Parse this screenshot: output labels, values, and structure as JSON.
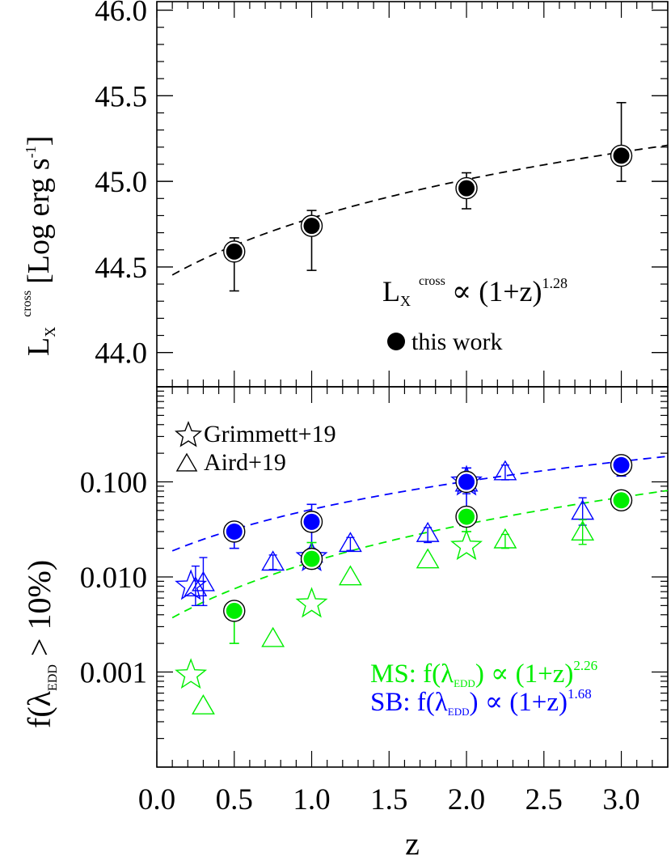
{
  "chart_data": [
    {
      "type": "scatter",
      "panel": "top",
      "ylabel": {
        "main": "L",
        "sub": "X",
        "sup": "cross",
        "unit": "[Log erg s",
        "unit_sup": "-1",
        "unit_close": "]"
      },
      "ylim": [
        43.8,
        46.05
      ],
      "xlim": [
        0.0,
        3.3
      ],
      "y_ticks": [
        44.0,
        44.5,
        45.0,
        45.5,
        46.0
      ],
      "y_tick_labels": [
        "44.0",
        "44.5",
        "45.0",
        "45.5",
        "46.0"
      ],
      "series": [
        {
          "name": "this work",
          "color": "#000000",
          "marker": "circle",
          "points": [
            {
              "x": 0.5,
              "y": 44.59,
              "ylo": 44.36,
              "yhi": 44.67
            },
            {
              "x": 1.0,
              "y": 44.74,
              "ylo": 44.48,
              "yhi": 44.83
            },
            {
              "x": 2.0,
              "y": 44.96,
              "ylo": 44.84,
              "yhi": 45.05
            },
            {
              "x": 3.0,
              "y": 45.15,
              "ylo": 45.0,
              "yhi": 45.46
            }
          ]
        }
      ],
      "fit": {
        "style": "dashed",
        "color": "#000000",
        "norm": 44.4,
        "slope": 1.28,
        "log_form": true
      },
      "annotation": {
        "lhs": "L",
        "sub": "X",
        "sup": "cross",
        "rel": "∝ (1+z)",
        "exp": "1.28"
      },
      "legend": [
        {
          "label": "this work",
          "marker": "filled-circle"
        }
      ]
    },
    {
      "type": "scatter",
      "panel": "bottom",
      "xlabel": "z",
      "ylabel": {
        "pre": "f(λ",
        "sub": "EDD",
        "post": " > 10%)"
      },
      "yscale": "log",
      "ylim": [
        0.0001,
        1.0
      ],
      "xlim": [
        0.0,
        3.3
      ],
      "x_ticks": [
        0.0,
        0.5,
        1.0,
        1.5,
        2.0,
        2.5,
        3.0
      ],
      "x_tick_labels": [
        "0.0",
        "0.5",
        "1.0",
        "1.5",
        "2.0",
        "2.5",
        "3.0"
      ],
      "y_ticks": [
        0.001,
        0.01,
        0.1
      ],
      "y_tick_labels": [
        "0.001",
        "0.010",
        "0.100"
      ],
      "legend": [
        {
          "label": "Grimmett+19",
          "marker": "star"
        },
        {
          "label": "Aird+19",
          "marker": "triangle"
        }
      ],
      "series": [
        {
          "name": "SB",
          "color": "#0000ff",
          "this_work": [
            {
              "x": 0.5,
              "y": 0.03,
              "ylo": 0.02,
              "yhi": 0.036
            },
            {
              "x": 1.0,
              "y": 0.038,
              "ylo": 0.018,
              "yhi": 0.058
            },
            {
              "x": 2.0,
              "y": 0.1,
              "ylo": 0.038,
              "yhi": 0.14
            },
            {
              "x": 3.0,
              "y": 0.15,
              "ylo": 0.115,
              "yhi": 0.175
            }
          ],
          "grimmett": [
            {
              "x": 0.22,
              "y": 0.008
            },
            {
              "x": 1.0,
              "y": 0.016
            },
            {
              "x": 2.0,
              "y": 0.1
            }
          ],
          "aird": [
            {
              "x": 0.25,
              "y": 0.0075,
              "ylo": 0.005,
              "yhi": 0.013
            },
            {
              "x": 0.3,
              "y": 0.0085,
              "ylo": 0.005,
              "yhi": 0.016
            },
            {
              "x": 0.75,
              "y": 0.014,
              "ylo": 0.012,
              "yhi": 0.017
            },
            {
              "x": 1.0,
              "y": 0.017,
              "ylo": 0.014,
              "yhi": 0.02
            },
            {
              "x": 1.25,
              "y": 0.022,
              "ylo": 0.019,
              "yhi": 0.026
            },
            {
              "x": 1.75,
              "y": 0.028,
              "ylo": 0.023,
              "yhi": 0.033
            },
            {
              "x": 2.0,
              "y": 0.095,
              "ylo": 0.075,
              "yhi": 0.115
            },
            {
              "x": 2.25,
              "y": 0.125,
              "ylo": 0.105,
              "yhi": 0.15
            },
            {
              "x": 2.75,
              "y": 0.048,
              "ylo": 0.035,
              "yhi": 0.068
            }
          ],
          "fit": {
            "norm": 0.016,
            "slope": 1.68
          },
          "annotation": {
            "label": "SB: f(λ",
            "sub": "EDD",
            "rel": ") ∝ (1+z)",
            "exp": "1.68"
          }
        },
        {
          "name": "MS",
          "color": "#00ee00",
          "this_work": [
            {
              "x": 0.5,
              "y": 0.0044,
              "ylo": 0.002,
              "yhi": 0.0046
            },
            {
              "x": 1.0,
              "y": 0.0155,
              "ylo": 0.0125,
              "yhi": 0.023
            },
            {
              "x": 2.0,
              "y": 0.043,
              "ylo": 0.03,
              "yhi": 0.046
            },
            {
              "x": 3.0,
              "y": 0.064,
              "ylo": 0.058,
              "yhi": 0.068
            }
          ],
          "grimmett": [
            {
              "x": 0.22,
              "y": 0.00093
            },
            {
              "x": 1.0,
              "y": 0.0052
            },
            {
              "x": 2.0,
              "y": 0.021
            }
          ],
          "aird": [
            {
              "x": 0.3,
              "y": 0.00043
            },
            {
              "x": 0.75,
              "y": 0.0022
            },
            {
              "x": 1.25,
              "y": 0.0098
            },
            {
              "x": 1.75,
              "y": 0.0148
            },
            {
              "x": 2.25,
              "y": 0.024,
              "ylo": 0.02,
              "yhi": 0.028
            },
            {
              "x": 2.75,
              "y": 0.029,
              "ylo": 0.022,
              "yhi": 0.04
            }
          ],
          "fit": {
            "norm": 0.003,
            "slope": 2.26
          },
          "annotation": {
            "label": "MS: f(λ",
            "sub": "EDD",
            "rel": ") ∝ (1+z)",
            "exp": "2.26"
          }
        }
      ]
    }
  ]
}
